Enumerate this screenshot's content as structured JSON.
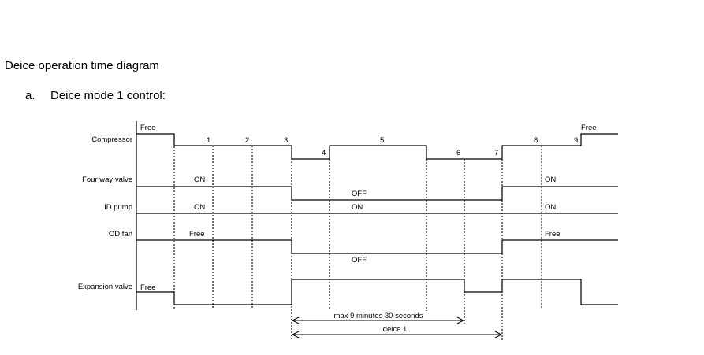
{
  "heading": "Deice operation time diagram",
  "subheading": {
    "number": "a.",
    "text": "Deice mode 1 control:"
  },
  "signals": {
    "compressor": "Compressor",
    "four_way_valve": "Four way valve",
    "id_pump": "ID pump",
    "od_fan": "OD fan",
    "expansion_valve": "Expansion valve"
  },
  "timeline_numbers": [
    "1",
    "2",
    "3",
    "4",
    "5",
    "6",
    "7",
    "8",
    "9"
  ],
  "state_labels": {
    "compressor_free_start": "Free",
    "compressor_free_end": "Free",
    "four_way_on_1": "ON",
    "four_way_off": "OFF",
    "four_way_on_2": "ON",
    "id_pump_on_1": "ON",
    "id_pump_on_2": "ON",
    "id_pump_on_3": "ON",
    "od_fan_free_1": "Free",
    "od_fan_off": "OFF",
    "od_fan_free_2": "Free",
    "expansion_free": "Free"
  },
  "durations": {
    "max_time": "max 9 minutes 30 seconds",
    "deice": "deice 1"
  }
}
